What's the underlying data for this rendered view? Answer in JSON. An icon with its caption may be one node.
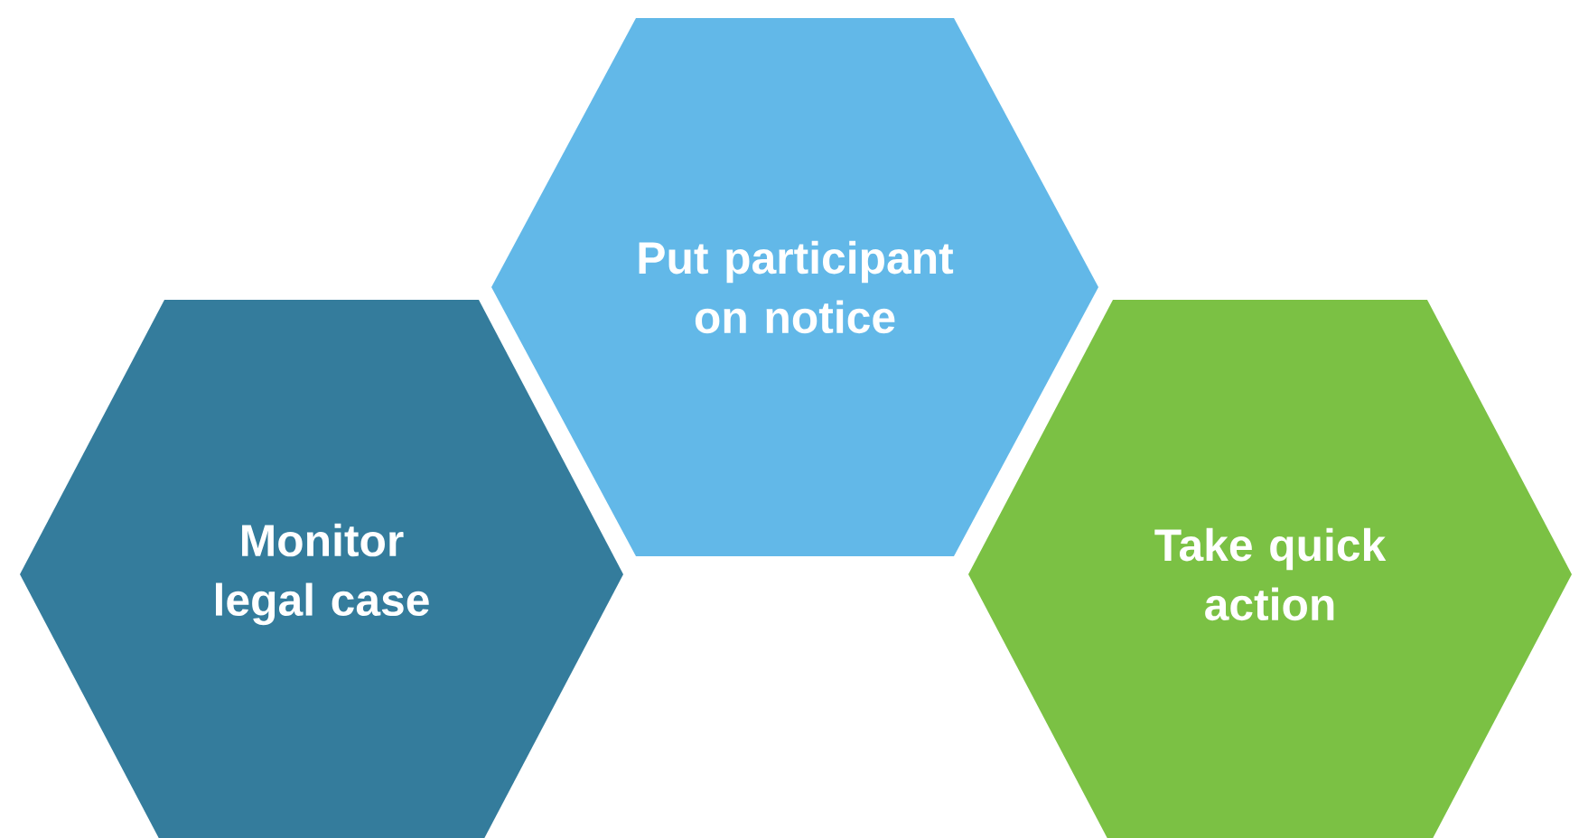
{
  "diagram": {
    "nodes": [
      {
        "text": [
          "Put participant on notice"
        ]
      },
      {
        "text": [
          "Monitor legal case"
        ]
      },
      {
        "text": [
          "Take quick action"
        ]
      }
    ]
  }
}
